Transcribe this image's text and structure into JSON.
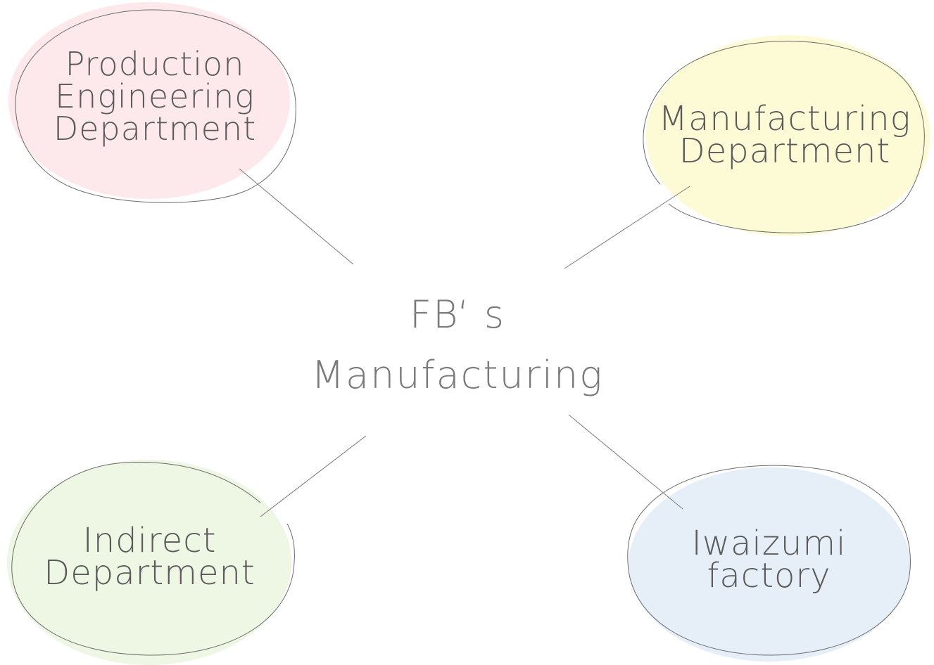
{
  "diagram": {
    "center": {
      "line1": "FB‘ s",
      "line2": "Manufacturing"
    },
    "nodes": {
      "production_engineering": {
        "lines": [
          "Production",
          "Engineering",
          "Department"
        ],
        "fill": "#fde9ec"
      },
      "manufacturing": {
        "lines": [
          "Manufacturing",
          "Department"
        ],
        "fill": "#fdfbd5"
      },
      "indirect": {
        "lines": [
          "Indirect",
          "Department"
        ],
        "fill": "#eef6e4"
      },
      "iwaizumi": {
        "lines": [
          "Iwaizumi",
          "factory"
        ],
        "fill": "#e6eef8"
      }
    }
  }
}
